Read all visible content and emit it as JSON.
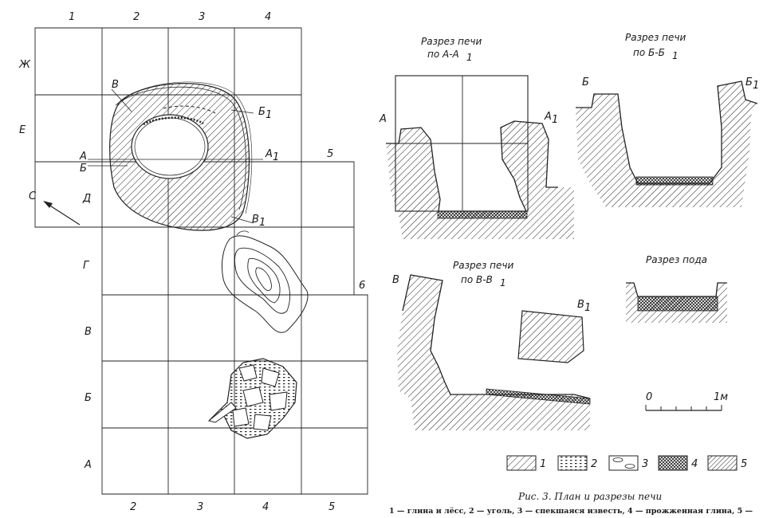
{
  "plan": {
    "col_labels_top": [
      "1",
      "2",
      "3",
      "4"
    ],
    "col_label_5": "5",
    "col_label_6": "6",
    "col_labels_bottom": [
      "2",
      "3",
      "4",
      "5"
    ],
    "row_labels": [
      "Ж",
      "Е",
      "Д",
      "Г",
      "В",
      "Б",
      "А"
    ],
    "north_label": "С",
    "sec_a": "А",
    "sec_a1": "А",
    "sec_b": "Б",
    "sec_b1": "Б",
    "sec_v": "В",
    "sec_v1": "В",
    "sub1": "1"
  },
  "sections": {
    "aa": {
      "title1": "Разрез печи",
      "title2": "по А-А",
      "sub": "1",
      "left": "А",
      "right": "А",
      "rsub": "1"
    },
    "bb": {
      "title1": "Разрез печи",
      "title2": "по Б-Б",
      "sub": "1",
      "left": "Б",
      "right": "Б",
      "rsub": "1"
    },
    "vv": {
      "title1": "Разрез печи",
      "title2": "по В-В",
      "sub": "1",
      "left": "В",
      "right": "В",
      "rsub": "1"
    },
    "pod": {
      "title": "Разрез пода"
    }
  },
  "scale": {
    "zero": "0",
    "one": "1м"
  },
  "legend": [
    "1",
    "2",
    "3",
    "4",
    "5"
  ],
  "caption": {
    "title": "Рис. 3. План и разрезы печи",
    "text": "1 — глина и лёсс, 2 — уголь, 3 — спекшаяся известь, 4 — прожженная глина, 5 —"
  }
}
